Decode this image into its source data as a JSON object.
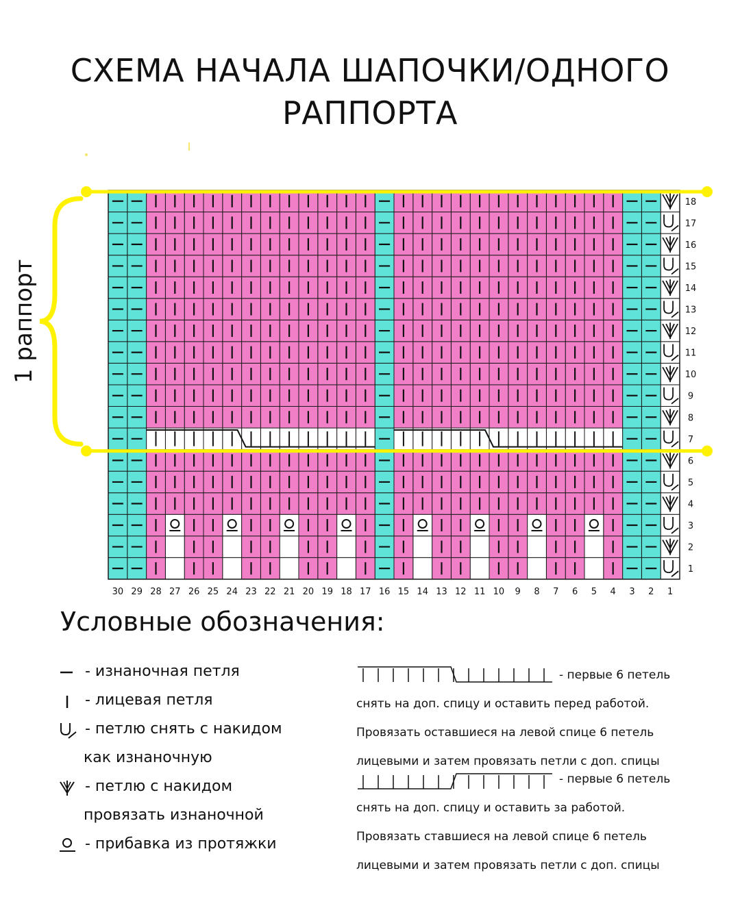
{
  "title": {
    "line1": "СХЕМА НАЧАЛА ШАПОЧКИ/ОДНОГО",
    "line2": "РАППОРТА"
  },
  "repeat_label": "1 раппорт",
  "colors": {
    "purl": "#5fe3d8",
    "knit": "#f07fc8",
    "white": "#ffffff",
    "grid": "#1a1a1a",
    "highlight": "#fff200"
  },
  "chart": {
    "columns": 30,
    "rows": 18,
    "column_numbers": [
      "30",
      "29",
      "28",
      "27",
      "26",
      "25",
      "24",
      "23",
      "22",
      "21",
      "20",
      "19",
      "18",
      "17",
      "16",
      "15",
      "14",
      "13",
      "12",
      "11",
      "10",
      "9",
      "8",
      "7",
      "6",
      "5",
      "4",
      "3",
      "2",
      "1"
    ],
    "row_numbers": [
      "1",
      "2",
      "3",
      "4",
      "5",
      "6",
      "7",
      "8",
      "9",
      "10",
      "11",
      "12",
      "13",
      "14",
      "15",
      "16",
      "17",
      "18"
    ],
    "purl_columns": [
      30,
      29,
      16,
      3,
      2
    ],
    "slip_column": 1,
    "slip_symbol_odd_rows": "slip-with-yarn-over-icon",
    "slip_symbol_even_rows": "knit-together-purl-icon",
    "increase_row": 3,
    "increase_columns": [
      27,
      24,
      21,
      18,
      14,
      11,
      8,
      5
    ],
    "white_below_increase_rows": [
      1,
      2
    ],
    "cable_row": 7,
    "cable_cross_positions": [
      22.5,
      9.5
    ],
    "repeat_rows": [
      7,
      18
    ]
  },
  "legend": {
    "heading": "Условные обозначения:",
    "items": [
      {
        "icon": "purl-dash-icon",
        "text": "- изнаночная петля"
      },
      {
        "icon": "knit-bar-icon",
        "text": "- лицевая петля"
      },
      {
        "icon": "slip-with-yarn-over-icon",
        "text": "- петлю снять с накидом",
        "text2": "как изнаночную"
      },
      {
        "icon": "knit-together-purl-icon",
        "text": "- петлю с накидом",
        "text2": "провязать изнаночной"
      },
      {
        "icon": "increase-loop-icon",
        "text": "- прибавка из протяжки"
      }
    ],
    "cable_front": {
      "icon": "cable-left-cross-icon",
      "lines": [
        "- первые 6 петель",
        "снять на доп. спицу и оставить перед работой.",
        "Провязать оставшиеся  на левой спице 6 петель",
        "лицевыми и затем провязать петли с доп. спицы"
      ]
    },
    "cable_back": {
      "icon": "cable-right-cross-icon",
      "lines": [
        "- первые 6 петель",
        "снять на доп. спицу и оставить за работой.",
        "Провязать ставшиеся  на левой спице 6 петель",
        "лицевыми и затем провязать петли с доп. спицы"
      ]
    }
  }
}
